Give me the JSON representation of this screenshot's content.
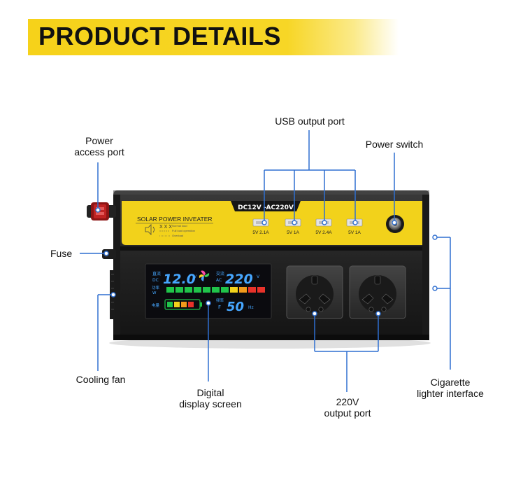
{
  "header": {
    "title": "PRODUCT DETAILS"
  },
  "callouts": {
    "power_access_port": "Power\naccess port",
    "usb_output_port": "USB output port",
    "power_switch": "Power switch",
    "fuse": "Fuse",
    "cooling_fan": "Cooling fan",
    "digital_display": "Digital\ndisplay screen",
    "output_220v": "220V\noutput port",
    "cigarette_lighter": "Cigarette\nlighter interface"
  },
  "device": {
    "brand_label": "SOLAR POWER INVEATER",
    "voltage_label": "DC12V -AC220V",
    "indicator_marks": "X X X",
    "legend": [
      "Normal load",
      "Full load operation",
      "Overload"
    ],
    "usb_ports": [
      "5V 2.1A",
      "5V 1A",
      "5V 2.4A",
      "5V 1A"
    ],
    "colors": {
      "body": "#2b2b2b",
      "panel": "#f2d21b",
      "callout_line": "#2f6fd0",
      "lcd": "#0b0b0f"
    }
  },
  "lcd": {
    "dc_cn": "直流",
    "dc_label": "DC",
    "dc_value": "12.0",
    "dc_unit": "V",
    "ac_cn": "交流",
    "ac_label": "AC",
    "ac_value": "220",
    "ac_unit": "V",
    "power_cn": "功率",
    "power_unit": "W",
    "battery_cn": "电量",
    "freq_cn": "频率",
    "freq_label": "F",
    "freq_value": "50",
    "freq_unit": "Hz"
  }
}
